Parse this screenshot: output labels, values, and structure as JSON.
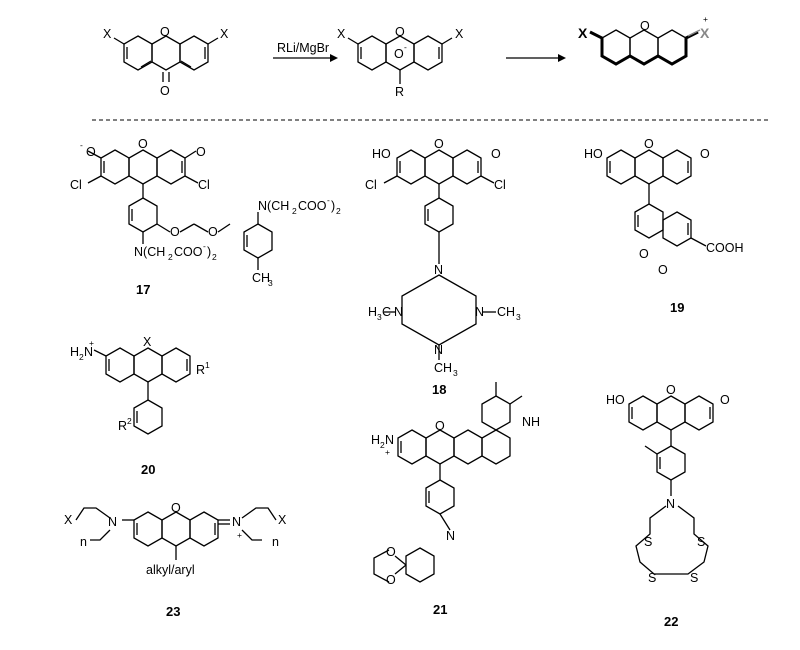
{
  "scheme": {
    "x_label": "X",
    "reagent": "RLi/MgBr",
    "carbonyl_o": "O",
    "ring_o": "O",
    "alkoxide": "O",
    "alkoxide_charge": "-",
    "r_group": "R",
    "cation_charge": "+"
  },
  "compounds": [
    {
      "id": "17",
      "label": "17",
      "texts": [
        "O",
        "-",
        "O",
        "O",
        "Cl",
        "Cl",
        "O",
        "O",
        "N(CH",
        "2",
        "COO",
        "-",
        ")",
        "2",
        "N(CH",
        "2",
        "COO",
        "-",
        ")",
        "2",
        "CH",
        "3"
      ]
    },
    {
      "id": "18",
      "label": "18",
      "texts": [
        "HO",
        "O",
        "O",
        "Cl",
        "Cl",
        "N",
        "N",
        "N",
        "N",
        "H",
        "3",
        "C",
        "CH",
        "3",
        "CH",
        "3"
      ]
    },
    {
      "id": "19",
      "label": "19",
      "texts": [
        "HO",
        "O",
        "O",
        "O",
        "O",
        "COOH"
      ]
    },
    {
      "id": "20",
      "label": "20",
      "texts": [
        "H",
        "2",
        "N",
        "+",
        "X",
        "R",
        "1",
        "R",
        "2"
      ]
    },
    {
      "id": "21",
      "label": "21",
      "texts": [
        "H",
        "2",
        "N",
        "+",
        "O",
        "NH",
        "N",
        "O",
        "O"
      ]
    },
    {
      "id": "22",
      "label": "22",
      "texts": [
        "HO",
        "O",
        "O",
        "N",
        "S",
        "S",
        "S",
        "S"
      ]
    },
    {
      "id": "23",
      "label": "23",
      "texts": [
        "X",
        "N",
        "n",
        "O",
        "N",
        "+",
        "X",
        "n",
        "alkyl/aryl"
      ]
    }
  ],
  "colors": {
    "ink": "#000000",
    "charge_grey": "#888888"
  }
}
